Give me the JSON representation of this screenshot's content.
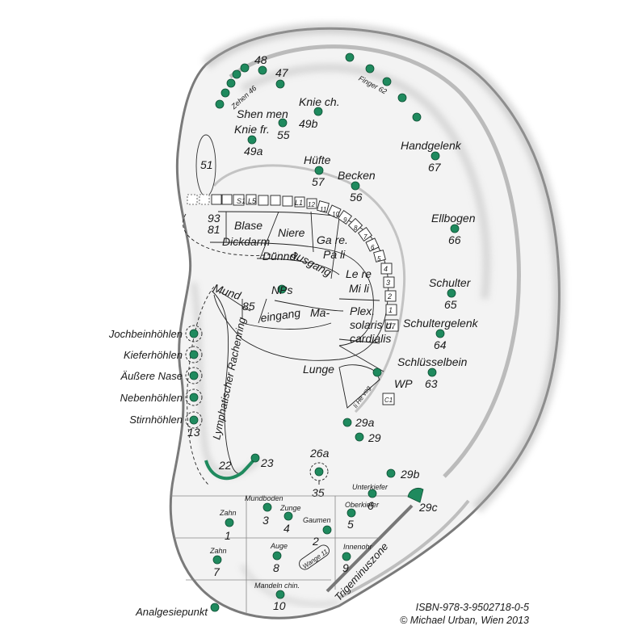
{
  "points": {
    "p48": "48",
    "p47": "47",
    "knie_ch": "Knie ch.",
    "p49b": "49b",
    "shen_men": "Shen men",
    "p55": "55",
    "knie_fr": "Knie fr.",
    "p49a": "49a",
    "huefte": "Hüfte",
    "p57": "57",
    "becken": "Becken",
    "p56": "56",
    "p51": "51",
    "handgelenk": "Handgelenk",
    "p67": "67",
    "ellbogen": "Ellbogen",
    "p66": "66",
    "schulter": "Schulter",
    "p65": "65",
    "schultergelenk": "Schultergelenk",
    "p64": "64",
    "schluesselbein": "Schlüsselbein",
    "p63": "63",
    "p29a": "29a",
    "p29": "29",
    "p26a": "26a",
    "p35": "35",
    "p29b": "29b",
    "p29c": "29c",
    "p22": "22",
    "p23": "23",
    "p13": "13",
    "wp": "WP",
    "nps": "NPs",
    "lunge": "Lunge",
    "zehen": "Zehen 46",
    "finger": "Finger 62"
  },
  "regions": {
    "p93": "93",
    "p81": "81",
    "blase": "Blase",
    "niere": "Niere",
    "dickdarm": "Dickdarm",
    "duennd": "Dünnd.",
    "ga_re": "Ga re.",
    "pa_li": "Pa li",
    "ausgang": "ausgang",
    "le_re": "Le re",
    "mi_li": "Mi li",
    "mund": "Mund",
    "p85": "85",
    "eingang": "eingang",
    "ma": "Ma-",
    "plex1": "Plex.",
    "plex2": "solaris u.",
    "plex3": "cardialis",
    "rachenring": "Lymphatischer Rachenring",
    "he_veg": "li He veg."
  },
  "spine": {
    "s1": "S1",
    "l5": "L5",
    "l1": "L1",
    "th12": "12",
    "th11": "11",
    "th10": "10",
    "th9": "9",
    "th8": "8",
    "th7": "7",
    "th6": "6",
    "th5": "5",
    "th4": "4",
    "th3": "3",
    "th2": "2",
    "th1": "1",
    "c7": "C7",
    "c1": "C1"
  },
  "left_list": [
    "Jochbeinhöhlen",
    "Kieferhöhlen",
    "Äußere Nase",
    "Nebenhöhlen",
    "Stirnhöhlen"
  ],
  "lobe": {
    "mundboden": "Mundboden",
    "p3": "3",
    "zunge": "Zunge",
    "p4": "4",
    "zahn_a": "Zahn",
    "p1": "1",
    "gaumen": "Gaumen",
    "p2": "2",
    "oberkiefer": "Oberkiefer",
    "p5": "5",
    "unterkiefer": "Unterkiefer",
    "p6": "6",
    "zahn_b": "Zahn",
    "p7": "7",
    "auge": "Auge",
    "p8": "8",
    "wange": "Wange 11",
    "innenohr": "Innenohr",
    "p9": "9",
    "mandeln": "Mandeln chin.",
    "p10": "10",
    "trigeminus": "Trigeminuszone",
    "analgesie": "Analgesiepunkt"
  },
  "footer": {
    "isbn": "ISBN-978-3-9502718-0-5",
    "copyright": "© Michael Urban, Wien 2013"
  },
  "colors": {
    "marker": "#1f8a5e",
    "marker_dark": "#0d4f33",
    "ear_shade": "#9a9a9a"
  }
}
